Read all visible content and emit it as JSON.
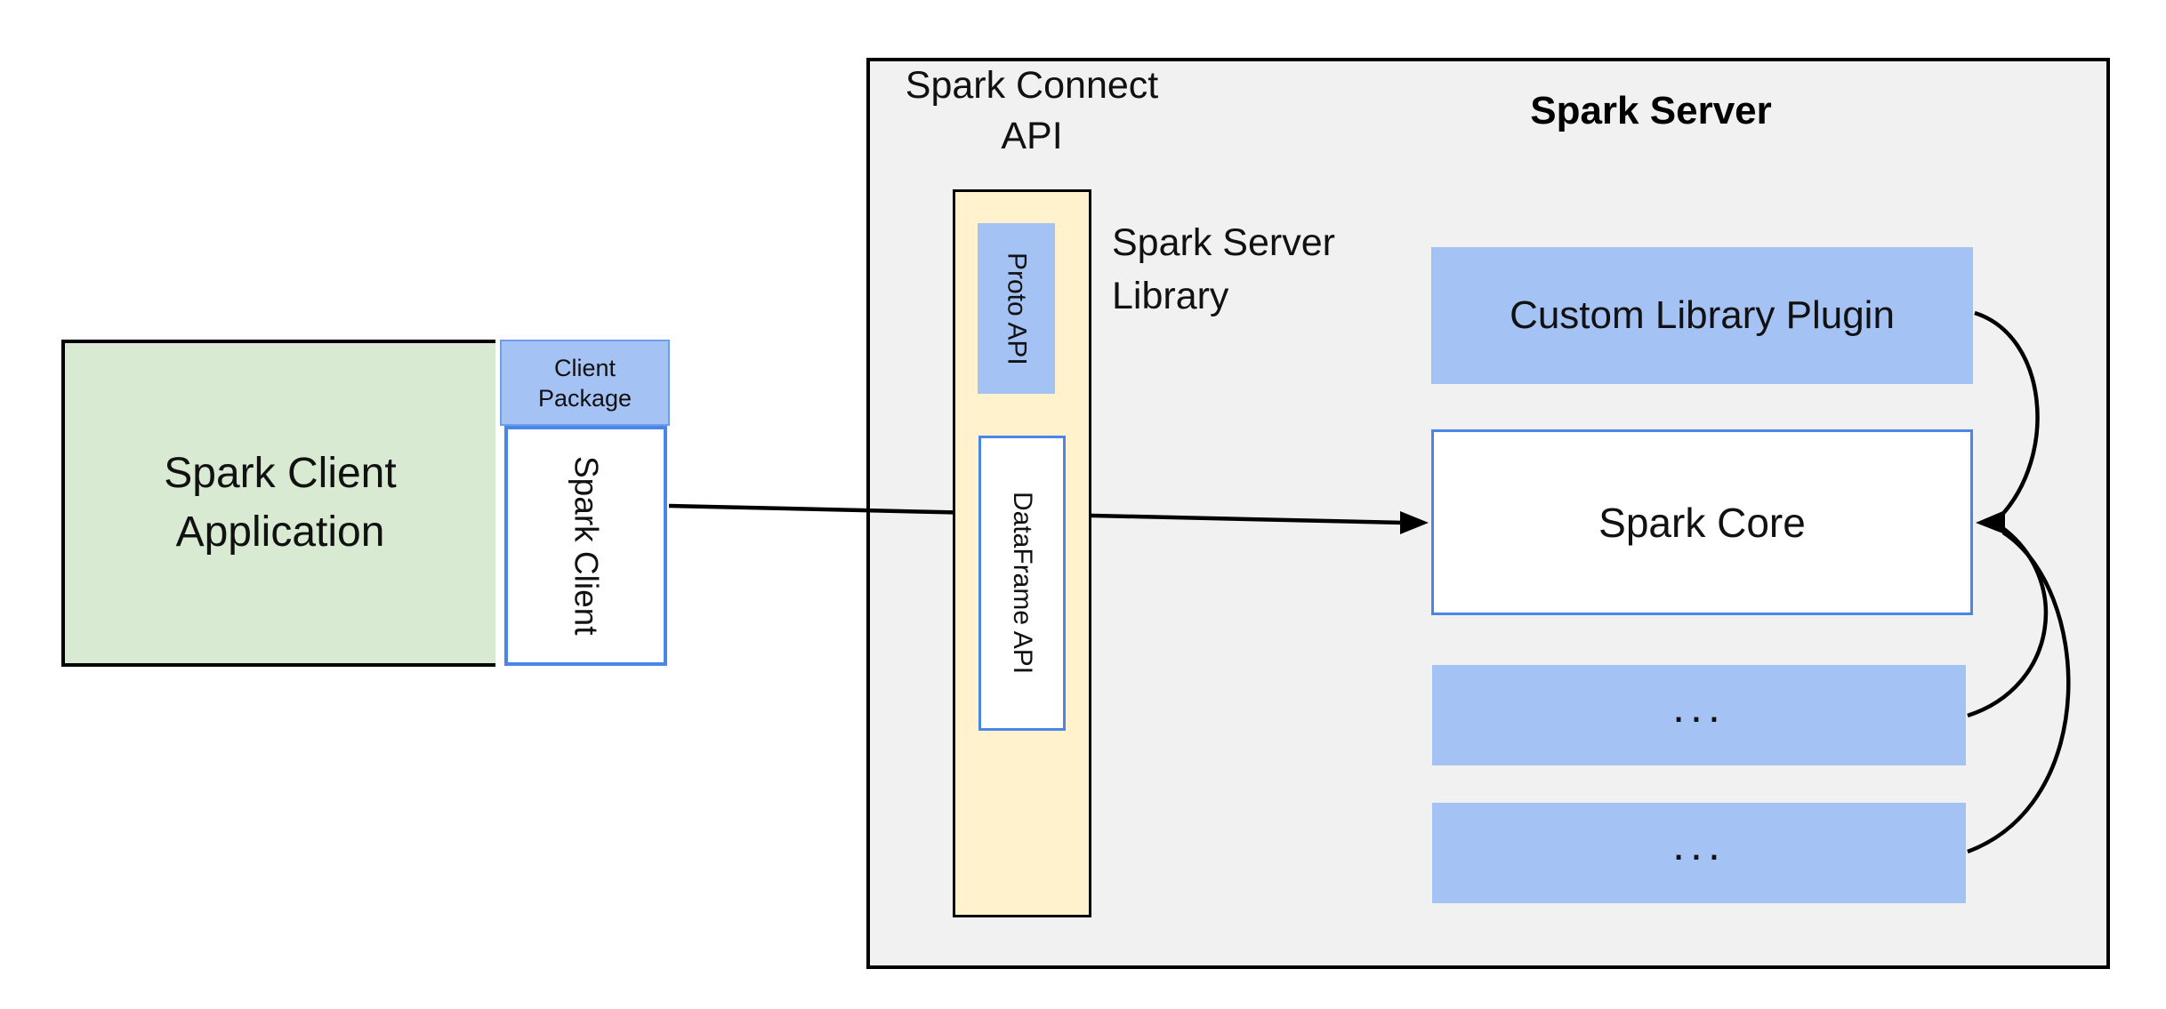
{
  "colors": {
    "green_fill": "#d9ead3",
    "blue_fill": "#a4c2f4",
    "yellow_fill": "#fff2cc",
    "gray_fill": "#f1f1f2",
    "blue_border": "#4a86e8",
    "black": "#000000"
  },
  "client": {
    "app_line1": "Spark Client",
    "app_line2": "Application",
    "package_line1": "Client",
    "package_line2": "Package",
    "spark_client": "Spark Client"
  },
  "server": {
    "connect_api_line1": "Spark Connect",
    "connect_api_line2": "API",
    "title": "Spark Server",
    "library_line1": "Spark Server",
    "library_line2": "Library",
    "proto_api": "Proto API",
    "dataframe_api": "DataFrame API",
    "plugin": "Custom Library Plugin",
    "core": "Spark Core",
    "ellipsis_top": "...",
    "ellipsis_bottom": "..."
  }
}
